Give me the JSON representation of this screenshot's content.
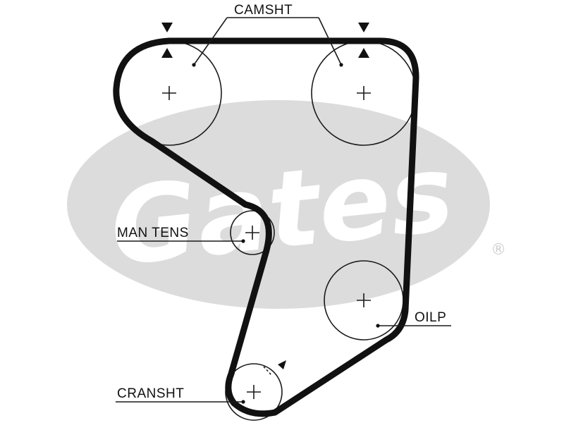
{
  "watermark": {
    "brand": "Gates",
    "registered_mark": "®",
    "color": "#d9d9d9"
  },
  "labels": {
    "camshaft": "CAMSHT",
    "tensioner": "MAN TENS",
    "oil_pump": "OILP",
    "crankshaft": "CRANSHT"
  },
  "colors": {
    "belt": "#111111",
    "line": "#1a1a1a",
    "background": "#ffffff"
  }
}
